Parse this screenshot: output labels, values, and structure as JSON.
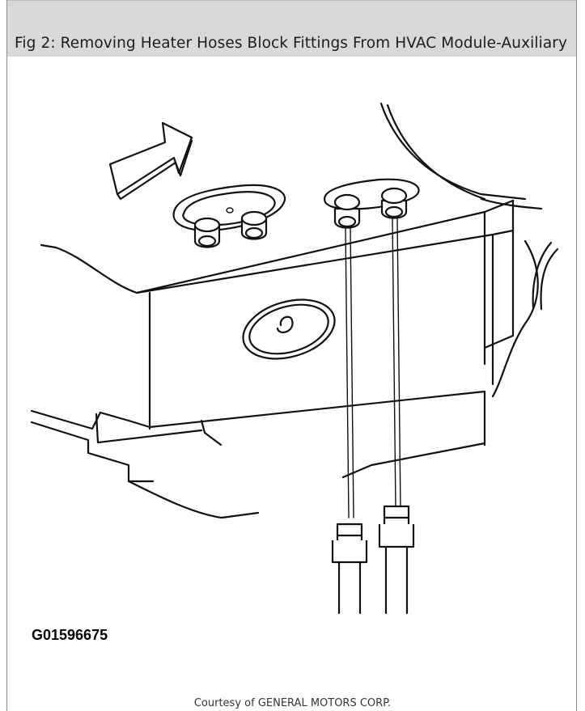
{
  "caption": {
    "title": "Fig 2: Removing Heater Hoses Block Fittings From HVAC Module-Auxiliary"
  },
  "figure": {
    "id": "G01596675",
    "courtesy": "Courtesy of GENERAL MOTORS CORP."
  }
}
